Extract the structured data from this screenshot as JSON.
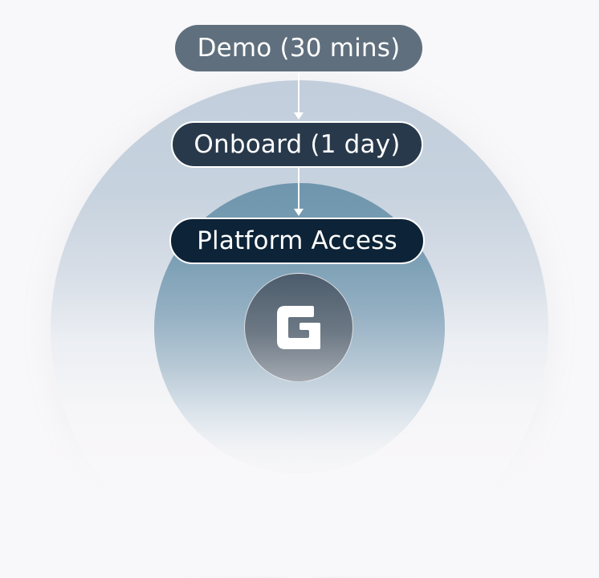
{
  "steps": [
    {
      "label": "Demo (30 mins)"
    },
    {
      "label": "Onboard (1 day)"
    },
    {
      "label": "Platform Access"
    }
  ],
  "logo": {
    "icon": "g-logo-icon"
  },
  "colors": {
    "demo_pill": "#5f6f7d",
    "onboard_pill": "#28394b",
    "platform_pill": "#0d2337",
    "outer_ring": "#c2cedb",
    "middle_ring": "#6f96ad",
    "background": "#f8f7f9"
  }
}
